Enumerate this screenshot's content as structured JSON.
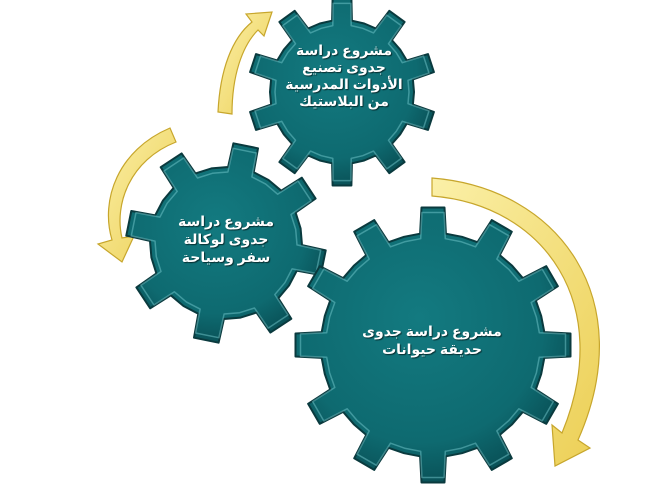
{
  "colors": {
    "gear_fill": "#0e6a70",
    "gear_fill_dark": "#084a50",
    "gear_rim": "#7fd3d8",
    "gear_outline": "#0a3a3e",
    "arrow_fill": "#f6e27a",
    "arrow_outline": "#c7a62c",
    "text": "#ffffff"
  },
  "gears": [
    {
      "id": "top",
      "label": "مشروع دراسة جدوى تصنيع الأدوات المدرسية من البلاستيك"
    },
    {
      "id": "middle",
      "label": "مشروع دراسة جدوى لوكالة سفر وسياحة"
    },
    {
      "id": "bottom",
      "label": "مشروع دراسة جدوى حديقة حيوانات"
    }
  ]
}
